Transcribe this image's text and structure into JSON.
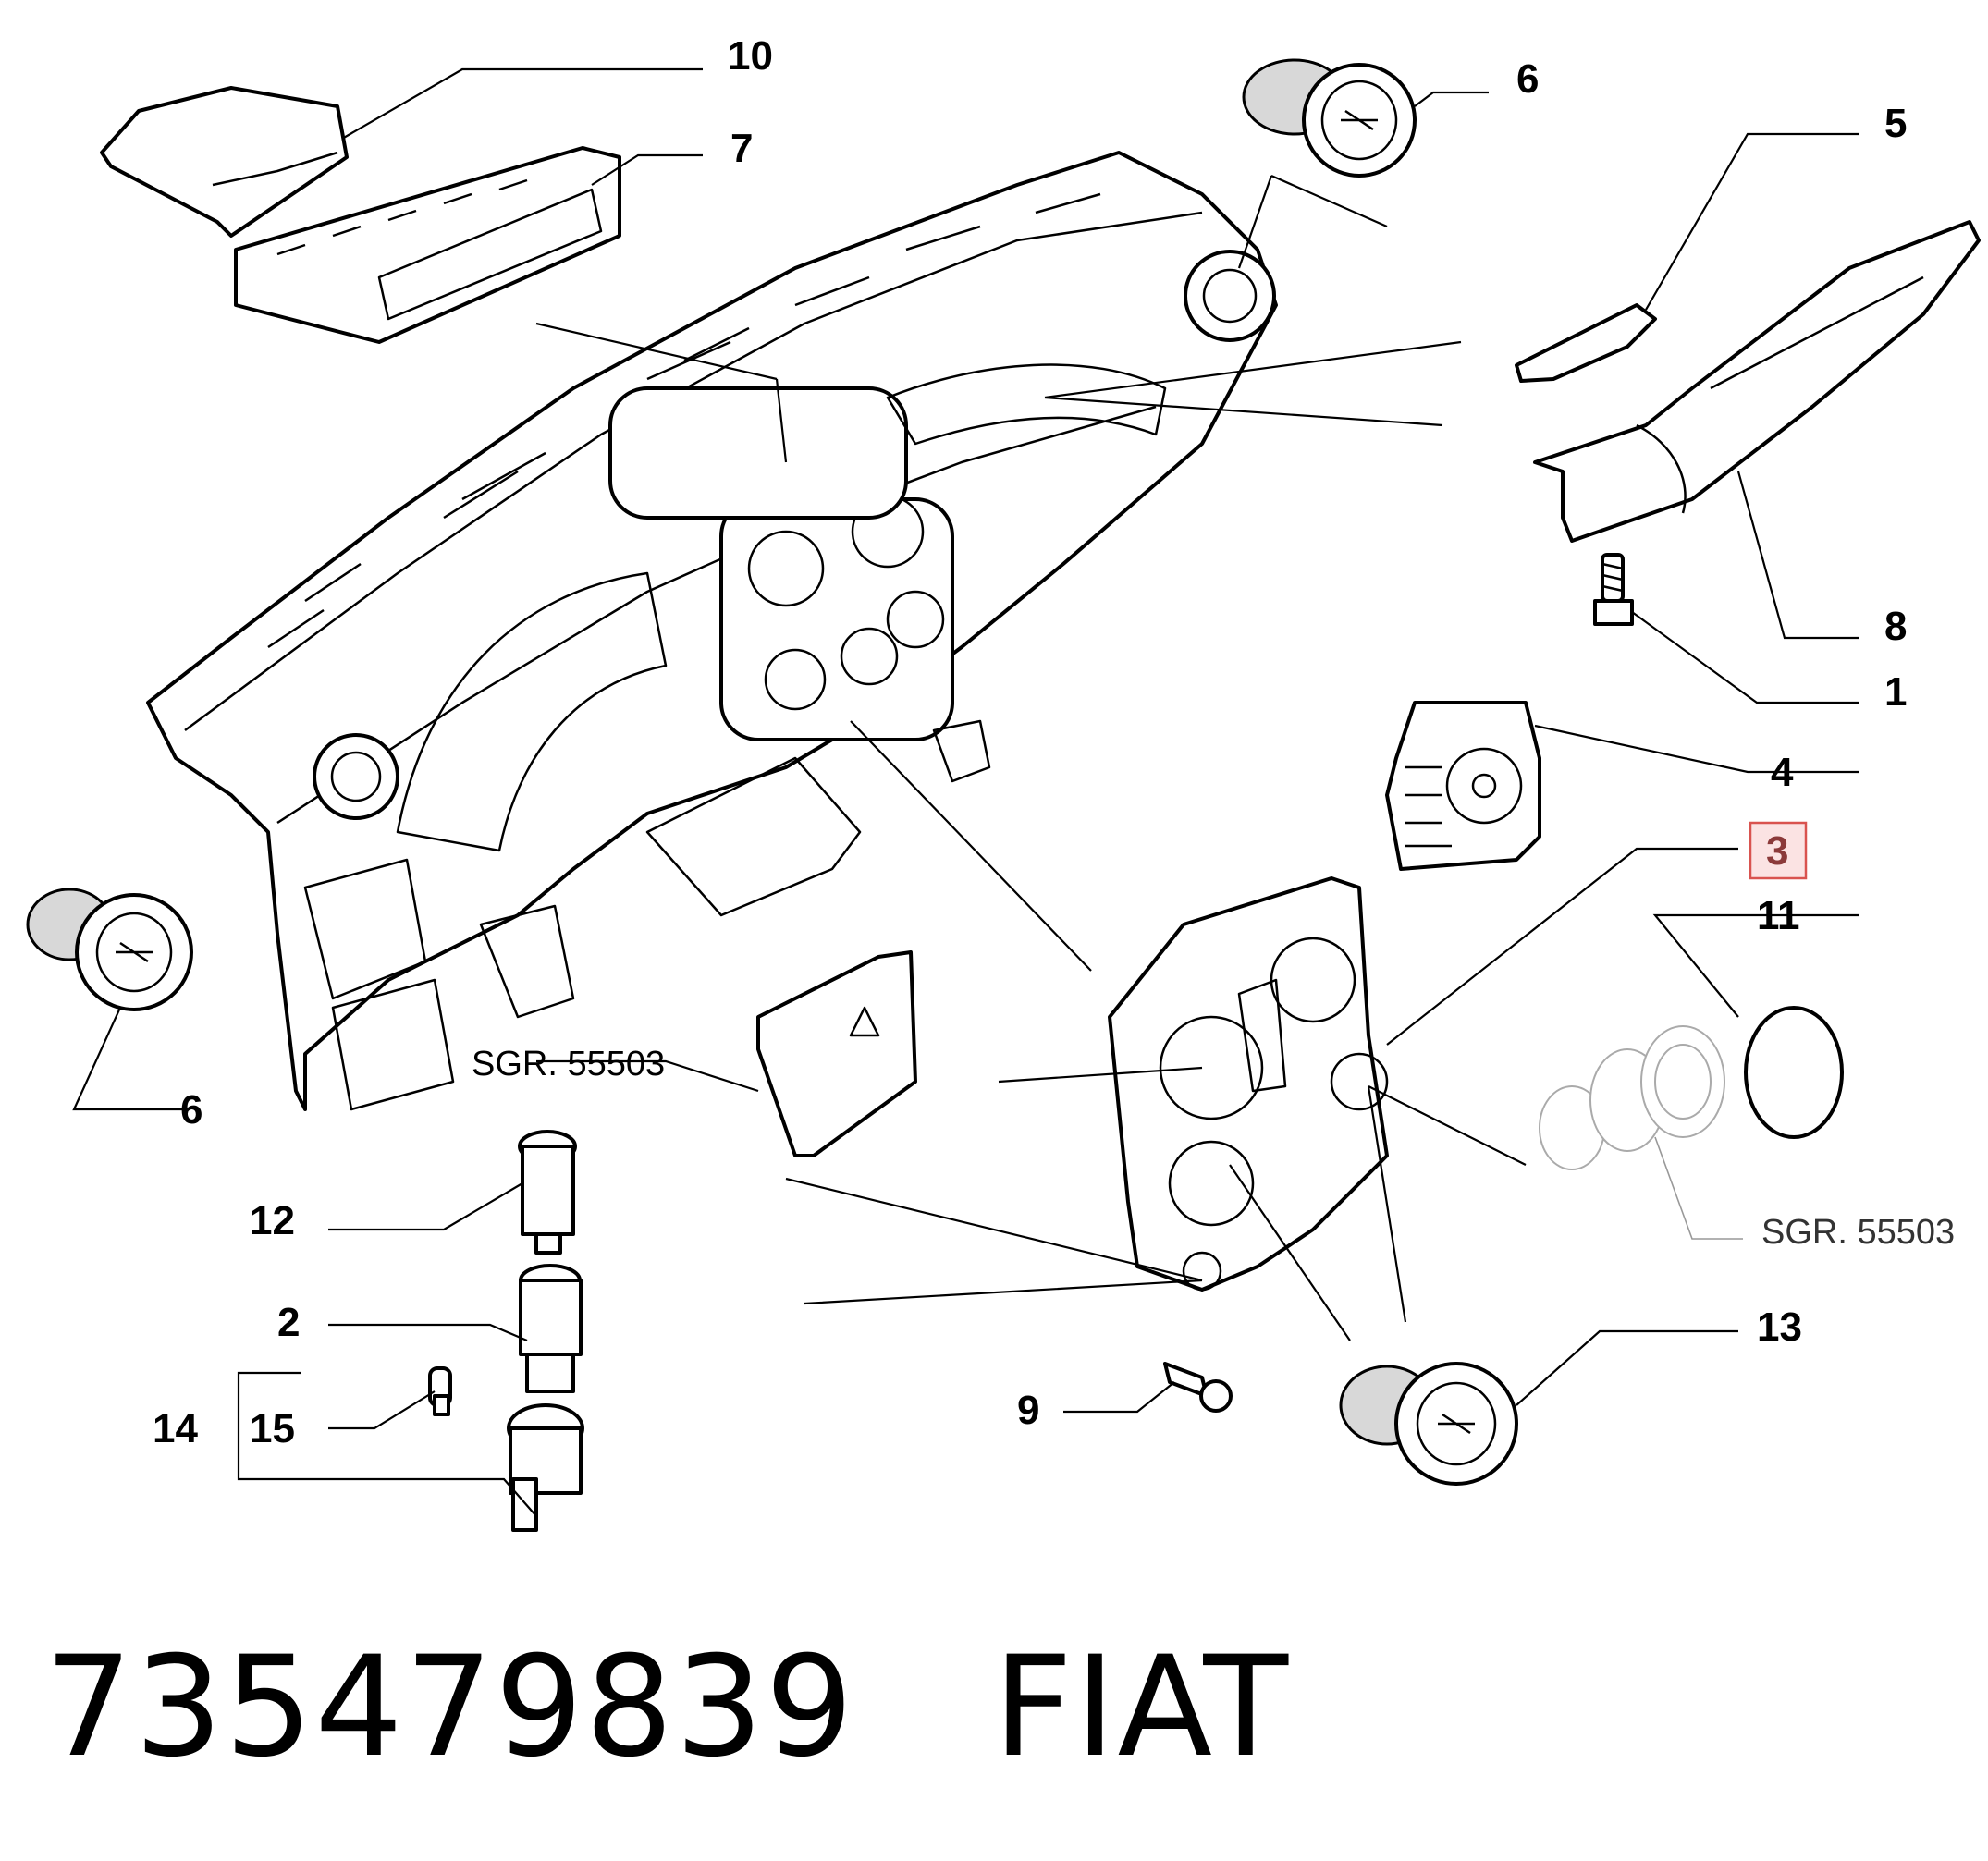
{
  "callouts": [
    "10",
    "7",
    "6",
    "5",
    "8",
    "1",
    "4",
    "3",
    "11",
    "6",
    "12",
    "2",
    "14",
    "15",
    "9",
    "13"
  ],
  "highlighted_callout": "3",
  "references": [
    "SGR. 55503",
    "SGR. 55503"
  ],
  "caption": {
    "part_number": "735479839",
    "brand": "FIAT"
  },
  "colors": {
    "highlight_fill": "#fbe3e3",
    "highlight_border": "#d9534f",
    "line": "#000000"
  }
}
